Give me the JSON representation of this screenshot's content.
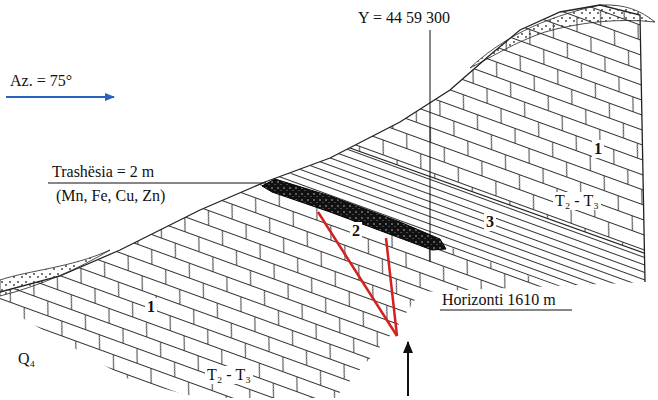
{
  "diagram": {
    "labels": [
      "Y = 44 59 300",
      "Az. = 75°",
      "Trashësia = 2 m",
      "(Mn, Fe, Cu, Zn)",
      "1",
      "3",
      "2",
      "T₂ - T₃",
      "Horizonti 1610 m",
      "1",
      "Q₄",
      "T₂ - T₃"
    ]
  }
}
